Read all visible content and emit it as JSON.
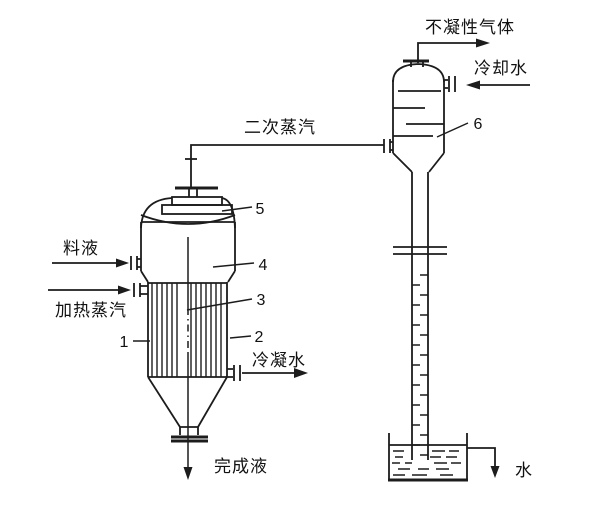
{
  "diagram": {
    "type": "process-flow-diagram",
    "subject": "single-effect evaporator with barometric condenser",
    "colors": {
      "line": "#1c1c1c",
      "background": "#ffffff",
      "text": "#111111"
    },
    "streams": {
      "secondary_vapor": "二次蒸汽",
      "noncondensable_gas": "不凝性气体",
      "cooling_water": "冷却水",
      "feed_liquid": "料液",
      "heating_steam": "加热蒸汽",
      "condensate": "冷凝水",
      "finished_liquid": "完成液",
      "water": "水"
    },
    "part_numbers": {
      "n1": "1",
      "n2": "2",
      "n3": "3",
      "n4": "4",
      "n5": "5",
      "n6": "6"
    }
  }
}
